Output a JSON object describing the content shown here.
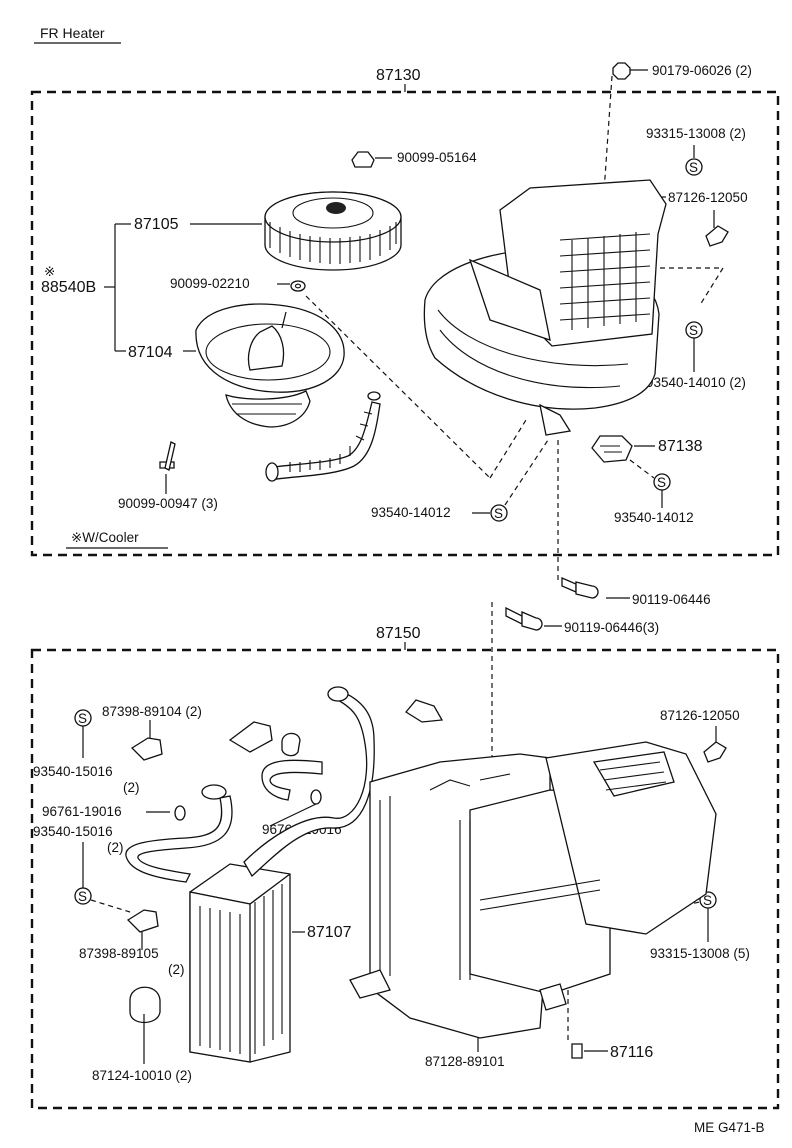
{
  "title": "FR Heater",
  "drawing_code": "ME G471-B",
  "assemblies": {
    "upper": "87130",
    "lower": "87150"
  },
  "footnote": "※W/Cooler",
  "labels": {
    "p90179": "90179-06026 (2)",
    "p93315a": "93315-13008 (2)",
    "p87126a": "87126-12050",
    "p90099_05164": "90099-05164",
    "p87105": "87105",
    "p88540b_mark": "※",
    "p88540b": "88540B",
    "p90099_02210": "90099-02210",
    "p87104": "87104",
    "p93540_14010": "93540-14010 (2)",
    "p87138": "87138",
    "p90099_00947": "90099-00947 (3)",
    "p93540_14012a": "93540-14012",
    "p93540_14012b": "93540-14012",
    "p90119a": "90119-06446",
    "p90119b": "90119-06446(3)",
    "p87398a": "87398-89104 (2)",
    "p87126b": "87126-12050",
    "p93540_15016a": "93540-15016",
    "p93540_15016a_qty": "(2)",
    "p96761a": "96761-19016",
    "p96761b": "96761-19016",
    "p93540_15016b": "93540-15016",
    "p93540_15016b_qty": "(2)",
    "p87107": "87107",
    "p87398b": "87398-89105",
    "p87398b_qty": "(2)",
    "p93315b": "93315-13008 (5)",
    "p87124": "87124-10010 (2)",
    "p87128": "87128-89101",
    "p87116": "87116"
  },
  "screw_symbol": "S"
}
